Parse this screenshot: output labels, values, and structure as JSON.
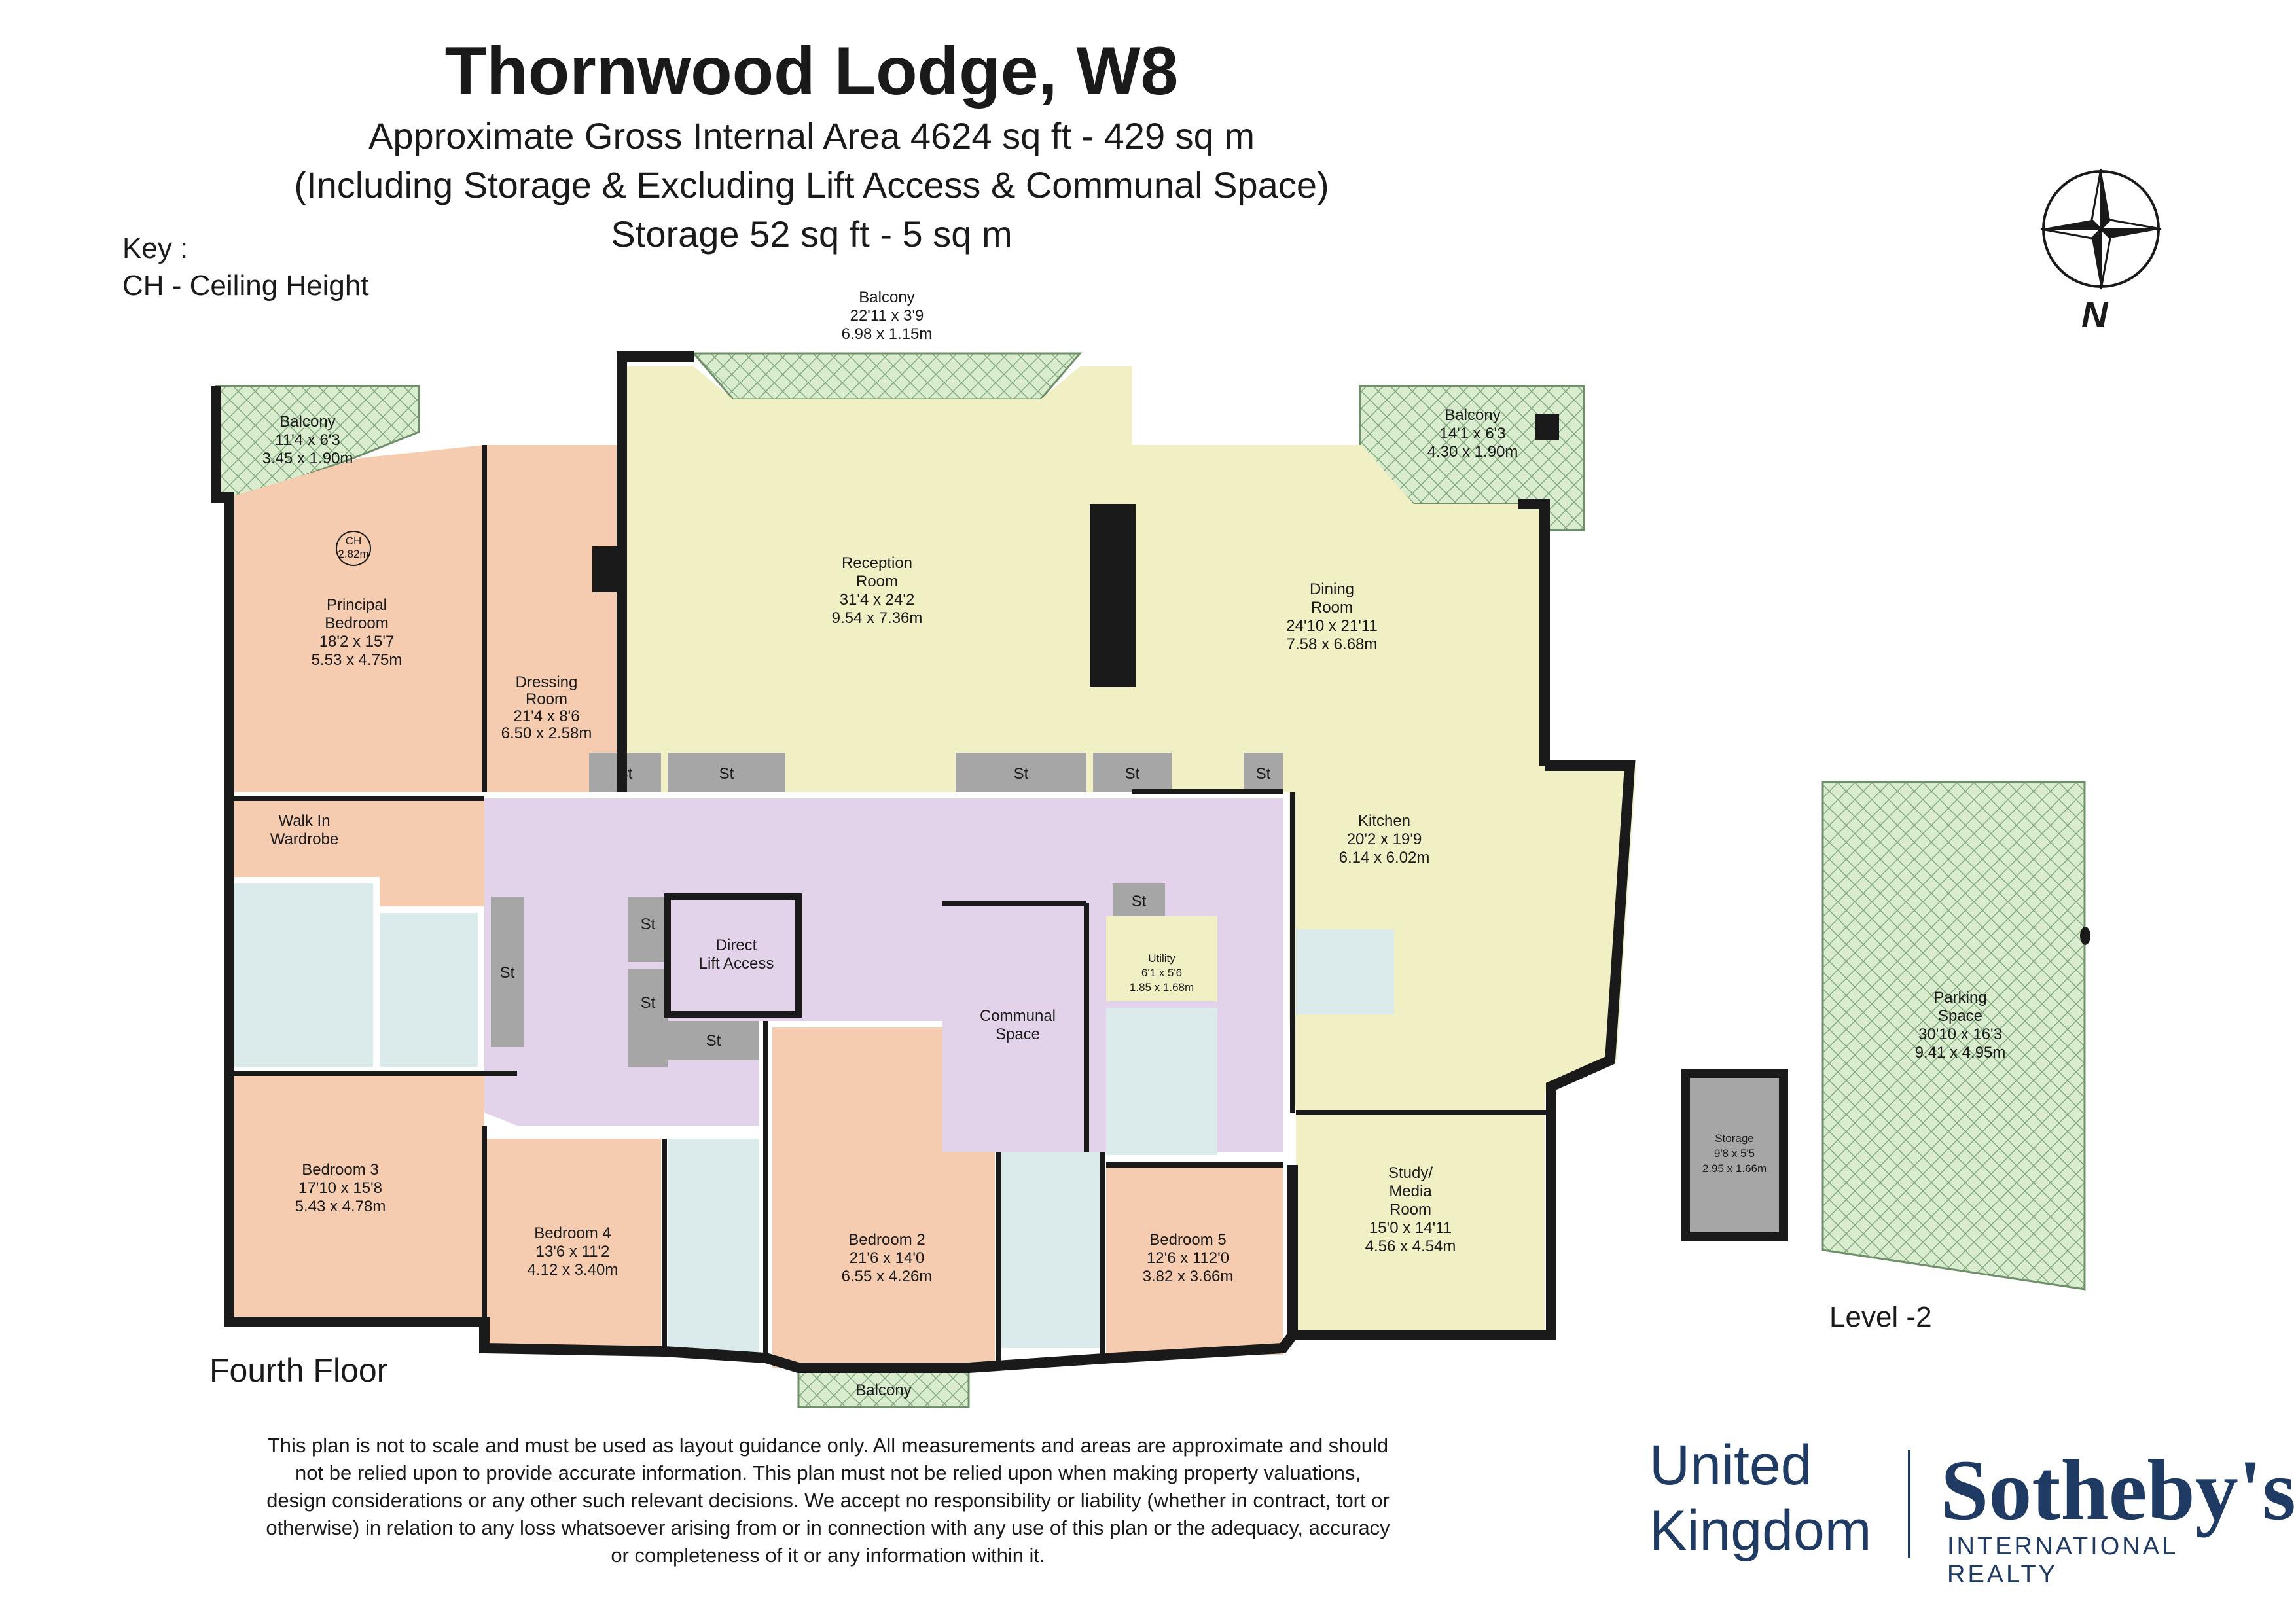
{
  "header": {
    "title": "Thornwood Lodge, W8",
    "line1": "Approximate Gross Internal Area 4624 sq ft - 429 sq m",
    "line2": "(Including Storage & Excluding Lift Access & Communal Space)",
    "line3": "Storage 52 sq ft - 5 sq m"
  },
  "key": {
    "heading": "Key :",
    "item": "CH - Ceiling Height"
  },
  "compass": {
    "label": "N"
  },
  "floors": {
    "main": "Fourth Floor",
    "lower": "Level -2"
  },
  "rooms": {
    "balcony_top": {
      "name": "Balcony",
      "imperial": "22'11 x 3'9",
      "metric": "6.98 x 1.15m"
    },
    "balcony_left": {
      "name": "Balcony",
      "imperial": "11'4 x 6'3",
      "metric": "3.45 x 1.90m"
    },
    "balcony_right": {
      "name": "Balcony",
      "imperial": "14'1 x 6'3",
      "metric": "4.30 x 1.90m"
    },
    "balcony_bottom": {
      "name": "Balcony"
    },
    "reception": {
      "name1": "Reception",
      "name2": "Room",
      "imperial": "31'4 x 24'2",
      "metric": "9.54 x 7.36m"
    },
    "dining": {
      "name1": "Dining",
      "name2": "Room",
      "imperial": "24'10 x 21'11",
      "metric": "7.58 x 6.68m"
    },
    "principal": {
      "name1": "Principal",
      "name2": "Bedroom",
      "imperial": "18'2 x 15'7",
      "metric": "5.53 x 4.75m"
    },
    "ch": {
      "label": "CH",
      "value": "2.82m"
    },
    "dressing": {
      "name1": "Dressing",
      "name2": "Room",
      "imperial": "21'4 x 8'6",
      "metric": "6.50 x 2.58m"
    },
    "walkin": {
      "name1": "Walk In",
      "name2": "Wardrobe"
    },
    "kitchen": {
      "name": "Kitchen",
      "imperial": "20'2 x 19'9",
      "metric": "6.14 x 6.02m"
    },
    "utility": {
      "name": "Utility",
      "imperial": "6'1 x 5'6",
      "metric": "1.85 x 1.68m"
    },
    "lift": {
      "name1": "Direct",
      "name2": "Lift Access"
    },
    "communal": {
      "name1": "Communal",
      "name2": "Space"
    },
    "bedroom3": {
      "name": "Bedroom 3",
      "imperial": "17'10 x 15'8",
      "metric": "5.43 x 4.78m"
    },
    "bedroom4": {
      "name": "Bedroom 4",
      "imperial": "13'6 x 11'2",
      "metric": "4.12 x 3.40m"
    },
    "bedroom2": {
      "name": "Bedroom 2",
      "imperial": "21'6 x 14'0",
      "metric": "6.55 x 4.26m"
    },
    "bedroom5": {
      "name": "Bedroom 5",
      "imperial": "12'6 x 112'0",
      "metric": "3.82 x 3.66m"
    },
    "study": {
      "name1": "Study/",
      "name2": "Media",
      "name3": "Room",
      "imperial": "15'0 x 14'11",
      "metric": "4.56 x 4.54m"
    },
    "storage": {
      "name": "Storage",
      "imperial": "9'8 x 5'5",
      "metric": "2.95 x 1.66m"
    },
    "parking": {
      "name1": "Parking",
      "name2": "Space",
      "imperial": "30'10 x 16'3",
      "metric": "9.41 x 4.95m"
    },
    "st_label": "St"
  },
  "disclaimer": [
    "This plan is not to scale and must be used as layout guidance only. All measurements and areas are approximate and should",
    "not be relied upon to provide accurate information. This plan must not be relied upon when making property valuations,",
    "design considerations or any other such relevant decisions. We accept no responsibility or liability (whether in contract, tort or",
    "otherwise) in relation to any loss whatsoever arising from or in connection with any use of this plan or the adequacy, accuracy",
    "or completeness of it or any information within it."
  ],
  "brand": {
    "region1": "United",
    "region2": "Kingdom",
    "name": "Sotheby's",
    "tagline": "INTERNATIONAL REALTY"
  },
  "colors": {
    "wall": "#1a1a1a",
    "reception": "#f1efc4",
    "bedroom": "#f6ccb1",
    "communal": "#e3d3ea",
    "wet": "#dbebec",
    "balcony": "#d9ecce",
    "storage": "#a6a6a6"
  }
}
